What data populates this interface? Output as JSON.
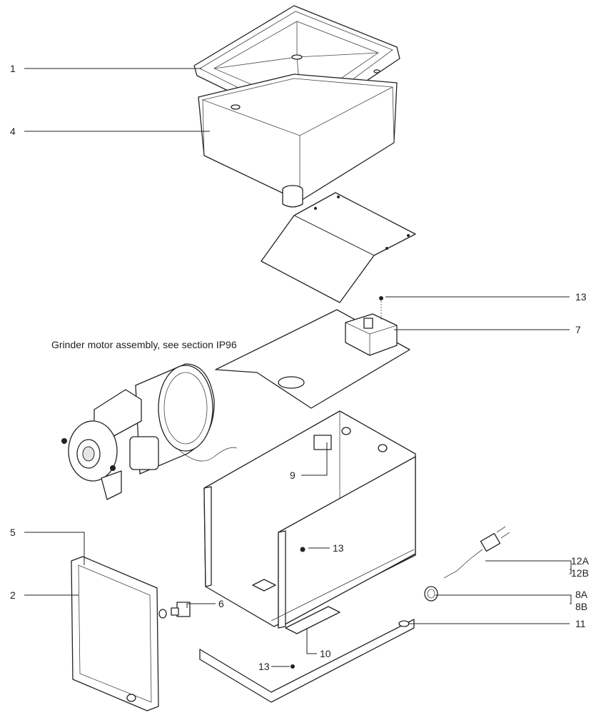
{
  "caption": "Grinder motor assembly, see section IP96",
  "callouts": {
    "c1": "1",
    "c4": "4",
    "c13a": "13",
    "c7": "7",
    "c9": "9",
    "c13b": "13",
    "c12a": "12A",
    "c12b": "12B",
    "c8a": "8A",
    "c8b": "8B",
    "c5": "5",
    "c2": "2",
    "c6": "6",
    "c10": "10",
    "c13c": "13",
    "c11": "11"
  }
}
